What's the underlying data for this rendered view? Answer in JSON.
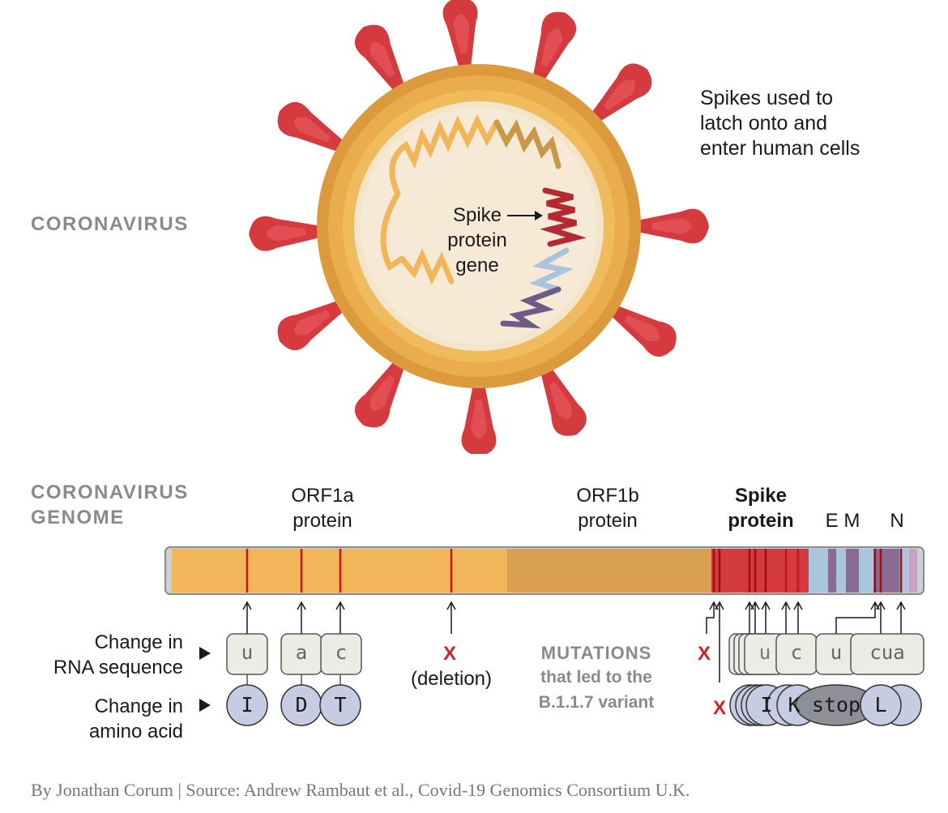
{
  "virus": {
    "section_label": "CORONAVIRUS",
    "spikes_note": [
      "Spikes used to",
      "latch onto and",
      "enter human cells"
    ],
    "gene_label": [
      "Spike",
      "protein",
      "gene"
    ]
  },
  "genome": {
    "section_label": [
      "CORONAVIRUS",
      "GENOME"
    ],
    "genes": [
      {
        "name": "orf1a",
        "lines": [
          "ORF1a",
          "protein"
        ]
      },
      {
        "name": "orf1b",
        "lines": [
          "ORF1b",
          "protein"
        ]
      },
      {
        "name": "spike",
        "lines": [
          "Spike",
          "protein"
        ]
      },
      {
        "name": "em",
        "lines": [
          "E M"
        ]
      },
      {
        "name": "n",
        "lines": [
          "N"
        ]
      }
    ]
  },
  "legend": {
    "rna": [
      "Change in",
      "RNA sequence"
    ],
    "amino": [
      "Change in",
      "amino acid"
    ]
  },
  "mutations_orf1a": [
    {
      "rna": "u",
      "amino": "I"
    },
    {
      "rna": "a",
      "amino": "D"
    },
    {
      "rna": "c",
      "amino": "T"
    }
  ],
  "deletion": {
    "mark": "X",
    "label": "(deletion)"
  },
  "mutations_title": "MUTATIONS",
  "mutations_subtitle": [
    "that led to the",
    "B.1.1.7 variant"
  ],
  "spike_cluster": {
    "x_marks": [
      "X",
      "X"
    ],
    "rna": [
      "u",
      "c",
      "u",
      "cua"
    ],
    "amino": [
      "I",
      "K",
      "stop",
      "L"
    ]
  },
  "credit": "By Jonathan Corum | Source: Andrew Rambaut et al., Covid-19 Genomics Consortium U.K.",
  "colors": {
    "spike_red": "#d53a3f",
    "envelope_gold": "#e7a94a",
    "inner_cream": "#f1e4cd",
    "genome_gold": "#f2b55a",
    "genome_brown": "#d8a04f",
    "mutation_red": "#c4161c",
    "token_fill": "#ecebe4",
    "amino_fill": "#c6cde3"
  }
}
